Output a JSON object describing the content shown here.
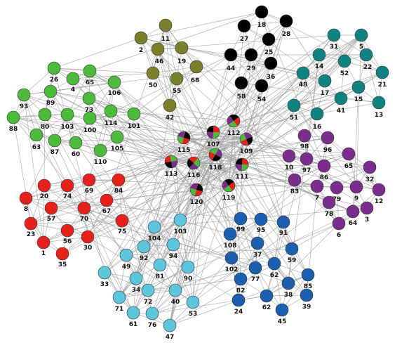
{
  "colors": {
    "olive": "#7b7f2a",
    "black": "#000000",
    "teal": "#0f8282",
    "green": "#4cbb3c",
    "red": "#e8201c",
    "purple": "#7b2d8e",
    "lightblue": "#5cc6dc",
    "blue": "#1b5fb0",
    "edge": "#9a9a9a"
  },
  "pie_colors": [
    "#e8201c",
    "#4cbb3c",
    "#7b2d8e",
    "#000000"
  ],
  "nodes": [
    {
      "id": "11",
      "group": "olive"
    },
    {
      "id": "2",
      "group": "olive"
    },
    {
      "id": "46",
      "group": "olive"
    },
    {
      "id": "19",
      "group": "olive"
    },
    {
      "id": "50",
      "group": "olive"
    },
    {
      "id": "55",
      "group": "olive"
    },
    {
      "id": "68",
      "group": "olive"
    },
    {
      "id": "42",
      "group": "olive"
    },
    {
      "id": "18",
      "group": "black"
    },
    {
      "id": "27",
      "group": "black"
    },
    {
      "id": "28",
      "group": "black"
    },
    {
      "id": "25",
      "group": "black"
    },
    {
      "id": "44",
      "group": "black"
    },
    {
      "id": "29",
      "group": "black"
    },
    {
      "id": "36",
      "group": "black"
    },
    {
      "id": "58",
      "group": "black"
    },
    {
      "id": "54",
      "group": "black"
    },
    {
      "id": "31",
      "group": "teal"
    },
    {
      "id": "5",
      "group": "teal"
    },
    {
      "id": "14",
      "group": "teal"
    },
    {
      "id": "52",
      "group": "teal"
    },
    {
      "id": "22",
      "group": "teal"
    },
    {
      "id": "48",
      "group": "teal"
    },
    {
      "id": "21",
      "group": "teal"
    },
    {
      "id": "17",
      "group": "teal"
    },
    {
      "id": "15",
      "group": "teal"
    },
    {
      "id": "41",
      "group": "teal"
    },
    {
      "id": "51",
      "group": "teal"
    },
    {
      "id": "13",
      "group": "teal"
    },
    {
      "id": "16",
      "group": "teal"
    },
    {
      "id": "26",
      "group": "green"
    },
    {
      "id": "4",
      "group": "green"
    },
    {
      "id": "65",
      "group": "green"
    },
    {
      "id": "106",
      "group": "green"
    },
    {
      "id": "93",
      "group": "green"
    },
    {
      "id": "89",
      "group": "green"
    },
    {
      "id": "73",
      "group": "green"
    },
    {
      "id": "88",
      "group": "green"
    },
    {
      "id": "80",
      "group": "green"
    },
    {
      "id": "103",
      "group": "green"
    },
    {
      "id": "100",
      "group": "green"
    },
    {
      "id": "114",
      "group": "green"
    },
    {
      "id": "101",
      "group": "green"
    },
    {
      "id": "63",
      "group": "green"
    },
    {
      "id": "87",
      "group": "green"
    },
    {
      "id": "60",
      "group": "green"
    },
    {
      "id": "105",
      "group": "green"
    },
    {
      "id": "110",
      "group": "green"
    },
    {
      "id": "20",
      "group": "red"
    },
    {
      "id": "74",
      "group": "red"
    },
    {
      "id": "69",
      "group": "red"
    },
    {
      "id": "84",
      "group": "red"
    },
    {
      "id": "8",
      "group": "red"
    },
    {
      "id": "57",
      "group": "red"
    },
    {
      "id": "67",
      "group": "red"
    },
    {
      "id": "70",
      "group": "red"
    },
    {
      "id": "23",
      "group": "red"
    },
    {
      "id": "75",
      "group": "red"
    },
    {
      "id": "56",
      "group": "red"
    },
    {
      "id": "30",
      "group": "red"
    },
    {
      "id": "1",
      "group": "red"
    },
    {
      "id": "35",
      "group": "red"
    },
    {
      "id": "98",
      "group": "purple"
    },
    {
      "id": "96",
      "group": "purple"
    },
    {
      "id": "10",
      "group": "purple"
    },
    {
      "id": "97",
      "group": "purple"
    },
    {
      "id": "65b",
      "label": "65",
      "group": "purple"
    },
    {
      "id": "86",
      "group": "purple"
    },
    {
      "id": "32",
      "group": "purple"
    },
    {
      "id": "83",
      "group": "purple"
    },
    {
      "id": "7",
      "group": "purple"
    },
    {
      "id": "79",
      "group": "purple"
    },
    {
      "id": "9",
      "group": "purple"
    },
    {
      "id": "12",
      "group": "purple"
    },
    {
      "id": "78",
      "group": "purple"
    },
    {
      "id": "64",
      "group": "purple"
    },
    {
      "id": "3",
      "group": "purple"
    },
    {
      "id": "6",
      "group": "purple"
    },
    {
      "id": "104",
      "group": "lightblue"
    },
    {
      "id": "103b",
      "label": "103",
      "group": "lightblue"
    },
    {
      "id": "92",
      "group": "lightblue"
    },
    {
      "id": "94",
      "group": "lightblue"
    },
    {
      "id": "49",
      "group": "lightblue"
    },
    {
      "id": "81",
      "group": "lightblue"
    },
    {
      "id": "90",
      "group": "lightblue"
    },
    {
      "id": "33",
      "group": "lightblue"
    },
    {
      "id": "34",
      "group": "lightblue"
    },
    {
      "id": "72",
      "group": "lightblue"
    },
    {
      "id": "40",
      "group": "lightblue"
    },
    {
      "id": "71",
      "group": "lightblue"
    },
    {
      "id": "53",
      "group": "lightblue"
    },
    {
      "id": "61",
      "group": "lightblue"
    },
    {
      "id": "76",
      "group": "lightblue"
    },
    {
      "id": "47",
      "group": "lightblue"
    },
    {
      "id": "99",
      "group": "blue"
    },
    {
      "id": "95",
      "group": "blue"
    },
    {
      "id": "91",
      "group": "blue"
    },
    {
      "id": "108",
      "group": "blue"
    },
    {
      "id": "37",
      "group": "blue"
    },
    {
      "id": "59",
      "group": "blue"
    },
    {
      "id": "102",
      "group": "blue"
    },
    {
      "id": "77",
      "group": "blue"
    },
    {
      "id": "62b",
      "label": "62",
      "group": "blue"
    },
    {
      "id": "85",
      "group": "blue"
    },
    {
      "id": "82",
      "group": "blue"
    },
    {
      "id": "38",
      "group": "blue"
    },
    {
      "id": "24",
      "group": "blue"
    },
    {
      "id": "62",
      "group": "blue"
    },
    {
      "id": "39",
      "group": "blue"
    },
    {
      "id": "45",
      "group": "blue"
    },
    {
      "id": "107",
      "group": "pie"
    },
    {
      "id": "112",
      "group": "pie"
    },
    {
      "id": "115",
      "group": "pie"
    },
    {
      "id": "109",
      "group": "pie"
    },
    {
      "id": "118",
      "group": "pie"
    },
    {
      "id": "113",
      "group": "pie"
    },
    {
      "id": "116",
      "group": "pie"
    },
    {
      "id": "111",
      "group": "pie"
    },
    {
      "id": "119",
      "group": "pie"
    },
    {
      "id": "120",
      "group": "pie"
    }
  ]
}
